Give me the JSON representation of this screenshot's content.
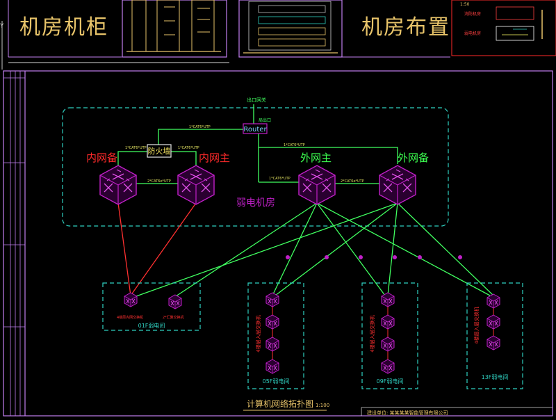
{
  "header": {
    "left_title": "机房机柜",
    "right_title": "机房布置",
    "legend_items": [
      "消防机房",
      "弱电机房"
    ],
    "legend_scale": "1:50"
  },
  "core": {
    "exit_gateway": "出口网关",
    "router_badge": "局出口",
    "router": "Router",
    "firewall": "防火墙",
    "inner_backup": "内网备",
    "inner_main": "内网主",
    "outer_main": "外网主",
    "outer_backup": "外网备",
    "room": "弱电机房",
    "link_fiber": "1*CAT6*UTP",
    "link_copper": "2*CAT6e*UTP"
  },
  "floors": [
    {
      "label": "01F弱电间",
      "notes": [
        "4楼层内网交换机",
        "2*汇聚交换机"
      ]
    },
    {
      "label": "05F弱电间",
      "notes": [
        "4楼层入层交换机"
      ]
    },
    {
      "label": "09F弱电间",
      "notes": [
        "4楼层入层交换机"
      ]
    },
    {
      "label": "13F弱电间",
      "notes": [
        "4楼层入层交换机"
      ]
    }
  ],
  "diagram_title": "计算机网络拓扑图",
  "diagram_scale": "1:100",
  "title_block": "建设单位: 某某某某智能管理有限公司",
  "colors": {
    "background": "#000000",
    "frame": "#c27ff0",
    "dashed_box": "#2fd0c0",
    "switch": "#c020c8",
    "link_green": "#40ff60",
    "link_red": "#ff3030",
    "text_red": "#ff2a2a",
    "text_green": "#3cff50",
    "text_gold": "#e8c46a"
  },
  "icons": [
    "switch-icon",
    "router-icon",
    "firewall-icon"
  ]
}
